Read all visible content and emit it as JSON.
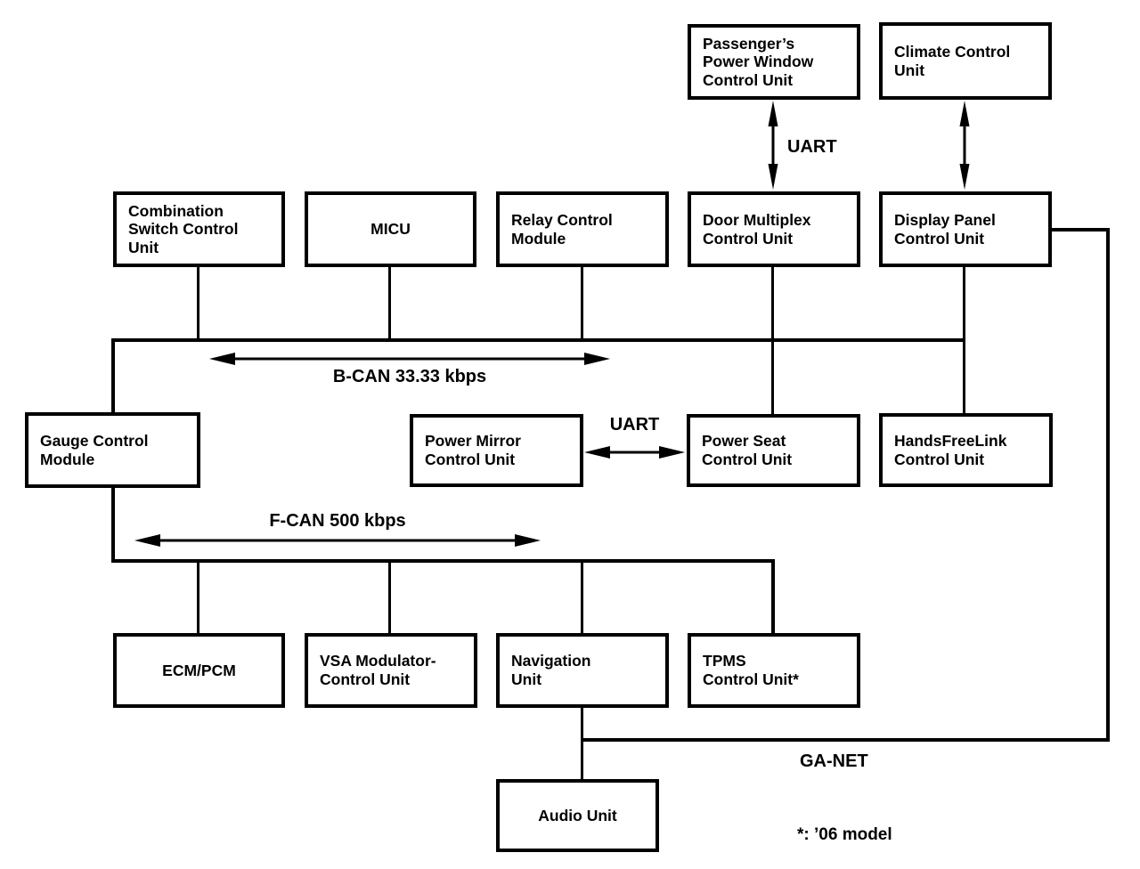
{
  "diagram": {
    "background": "#ffffff",
    "line_color": "#000000",
    "labels": {
      "uart_top": "UART",
      "uart_mid": "UART",
      "b_can": "B-CAN 33.33 kbps",
      "f_can": "F-CAN 500 kbps",
      "ga_net": "GA-NET",
      "footnote": "*: ’06 model"
    },
    "boxes": [
      {
        "id": "passenger-power-window-control-unit",
        "label": "Passenger’s\nPower Window\nControl Unit"
      },
      {
        "id": "climate-control-unit",
        "label": "Climate Control\nUnit"
      },
      {
        "id": "combination-switch-control-unit",
        "label": "Combination\nSwitch Control\nUnit"
      },
      {
        "id": "micu",
        "label": "MICU"
      },
      {
        "id": "relay-control-module",
        "label": "Relay Control\nModule"
      },
      {
        "id": "door-multiplex-control-unit",
        "label": "Door Multiplex\nControl Unit"
      },
      {
        "id": "display-panel-control-unit",
        "label": "Display Panel\nControl Unit"
      },
      {
        "id": "gauge-control-module",
        "label": "Gauge Control\nModule"
      },
      {
        "id": "power-mirror-control-unit",
        "label": "Power Mirror\nControl Unit"
      },
      {
        "id": "power-seat-control-unit",
        "label": "Power Seat\nControl Unit"
      },
      {
        "id": "handsfreelink-control-unit",
        "label": "HandsFreeLink\nControl Unit"
      },
      {
        "id": "ecm-pcm",
        "label": "ECM/PCM"
      },
      {
        "id": "vsa-modulator-control-unit",
        "label": "VSA Modulator-\nControl Unit"
      },
      {
        "id": "navigation-unit",
        "label": "Navigation\nUnit"
      },
      {
        "id": "tpms-control-unit",
        "label": "TPMS\nControl Unit*"
      },
      {
        "id": "audio-unit",
        "label": "Audio Unit"
      }
    ]
  }
}
